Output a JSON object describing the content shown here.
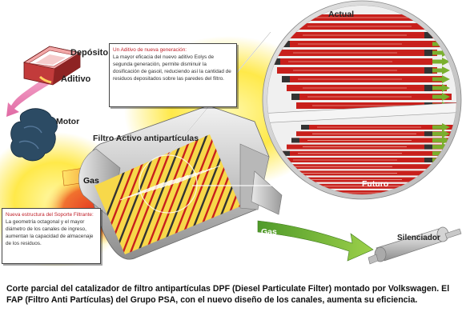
{
  "labels": {
    "deposito": "Depósito",
    "aditivo": "Aditivo",
    "motor": "Motor",
    "filtro": "Filtro Activo antipartículas",
    "gas_in": "Gas",
    "gas_out": "Gas",
    "silenciador": "Silenciador",
    "actual": "Actual",
    "futuro": "Futuro"
  },
  "notes": {
    "aditivo": {
      "title": "Un Aditivo de nueva generación:",
      "body": "La mayor eficacia del nuevo aditivo Eolys de segunda generación, permite disminuir la dosificación de gasoil, reduciendo así la cantidad de residuos depositados sobre las paredes del filtro."
    },
    "soporte": {
      "title": "Nueva estructura del Soporte Filtrante:",
      "body": "La geometría octagonal y el mayor diámetro de los canales de ingreso, aumentan la capacidad de almacenaje de los residuos."
    }
  },
  "caption": "Corte parcial del catalizador de filtro antipartículas DPF (Diesel Particulate Filter) montado por Volkswagen. El FAP (Filtro Anti Partículas) del Grupo PSA, con el nuevo diseño de los canales, aumenta su eficiencia.",
  "colors": {
    "channel_red": "#c8201c",
    "plug_dark": "#333333",
    "arrow_green": "#7ab02e",
    "flow_pink": "#e47fb0",
    "glow_yellow": "#ffe94a",
    "note_title": "#c0212a"
  }
}
